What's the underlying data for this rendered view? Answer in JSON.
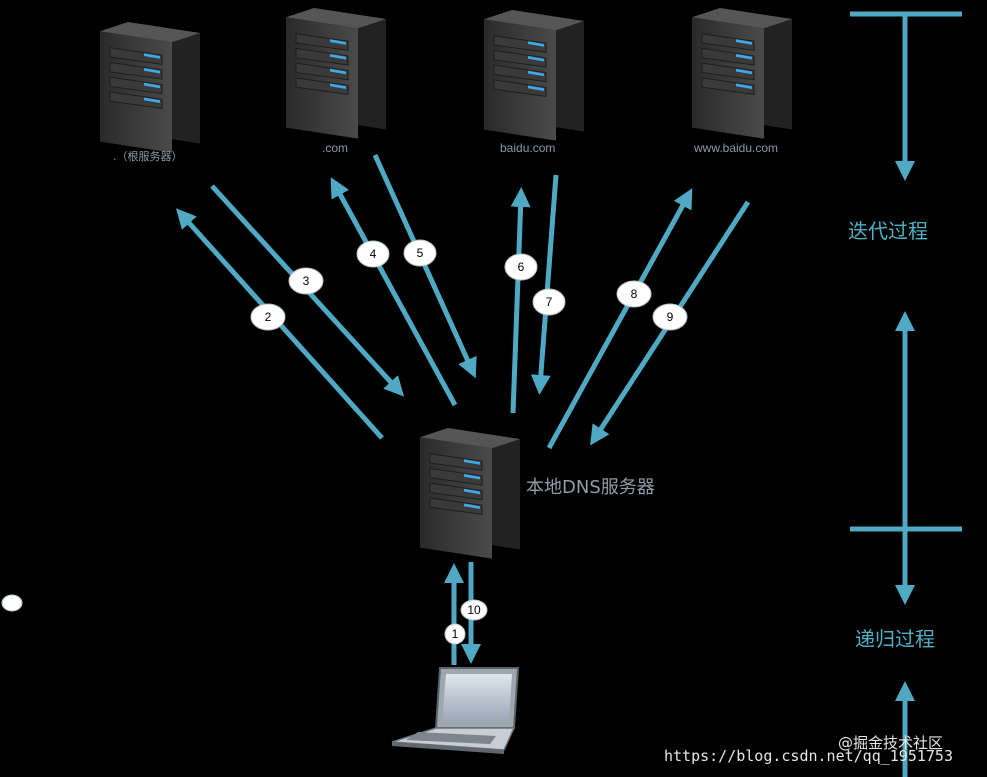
{
  "colors": {
    "arrow": "#4fa9c4",
    "background": "#000000",
    "label": "#8a9aa6"
  },
  "servers": [
    {
      "id": "root",
      "label": ".（根服务器）"
    },
    {
      "id": "com",
      "label": ".com"
    },
    {
      "id": "baidu",
      "label": "baidu.com"
    },
    {
      "id": "www",
      "label": "www.baidu.com"
    }
  ],
  "local_dns": {
    "label": "本地DNS服务器"
  },
  "client": {
    "icon": "laptop-icon"
  },
  "steps": [
    "1",
    "2",
    "3",
    "4",
    "5",
    "6",
    "7",
    "8",
    "9",
    "10"
  ],
  "phases": {
    "iterative": "迭代过程",
    "recursive": "递归过程"
  },
  "watermark": {
    "url": "https://blog.csdn.net/qq_1951753",
    "site": "@掘金技术社区"
  }
}
